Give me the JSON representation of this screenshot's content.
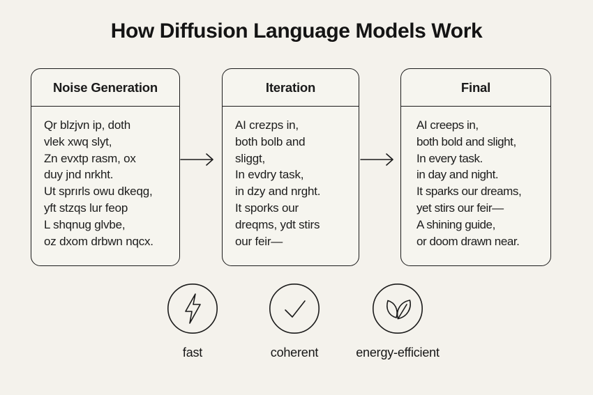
{
  "page": {
    "title": "How Diffusion Language Models Work",
    "background_color": "#f4f2ec",
    "card_fill_color": "#f6f5ef",
    "line_color": "#1b1b1b",
    "text_color": "#1c1c1c"
  },
  "stages": [
    {
      "title": "Noise Generation",
      "lines": [
        "Qr blzjvn ip, doth",
        "vlek xwq slyt,",
        "Zn evxtp rasm, ox",
        "duy jnd nrkht.",
        "Ut sprırls owu dkeqg,",
        "yft stzqs lur feop",
        "L shqnug glvbe,",
        "oz dxom drbwn nqcx."
      ]
    },
    {
      "title": "Iteration",
      "lines": [
        "AI crezps in,",
        "both bolb and",
        "sliggt,",
        "In evdry task,",
        "in dzy and nrght.",
        "It sporks our",
        "dreqms, ydt stirs",
        "our feir—",
        ""
      ]
    },
    {
      "title": "Final",
      "lines": [
        "AI creeps in,",
        "both bold and slight,",
        "In every task.",
        "in day and night.",
        "It sparks our dreams,",
        "yet stirs our feir—",
        "A shining guide,",
        "or doom drawn near."
      ]
    }
  ],
  "arrows": [
    {
      "from": "Noise Generation",
      "to": "Iteration",
      "icon": "right-arrow-icon"
    },
    {
      "from": "Iteration",
      "to": "Final",
      "icon": "right-arrow-icon"
    }
  ],
  "features": [
    {
      "icon": "lightning-icon",
      "label": "fast"
    },
    {
      "icon": "checkmark-icon",
      "label": "coherent"
    },
    {
      "icon": "leaves-icon",
      "label": "energy-efficient"
    }
  ]
}
